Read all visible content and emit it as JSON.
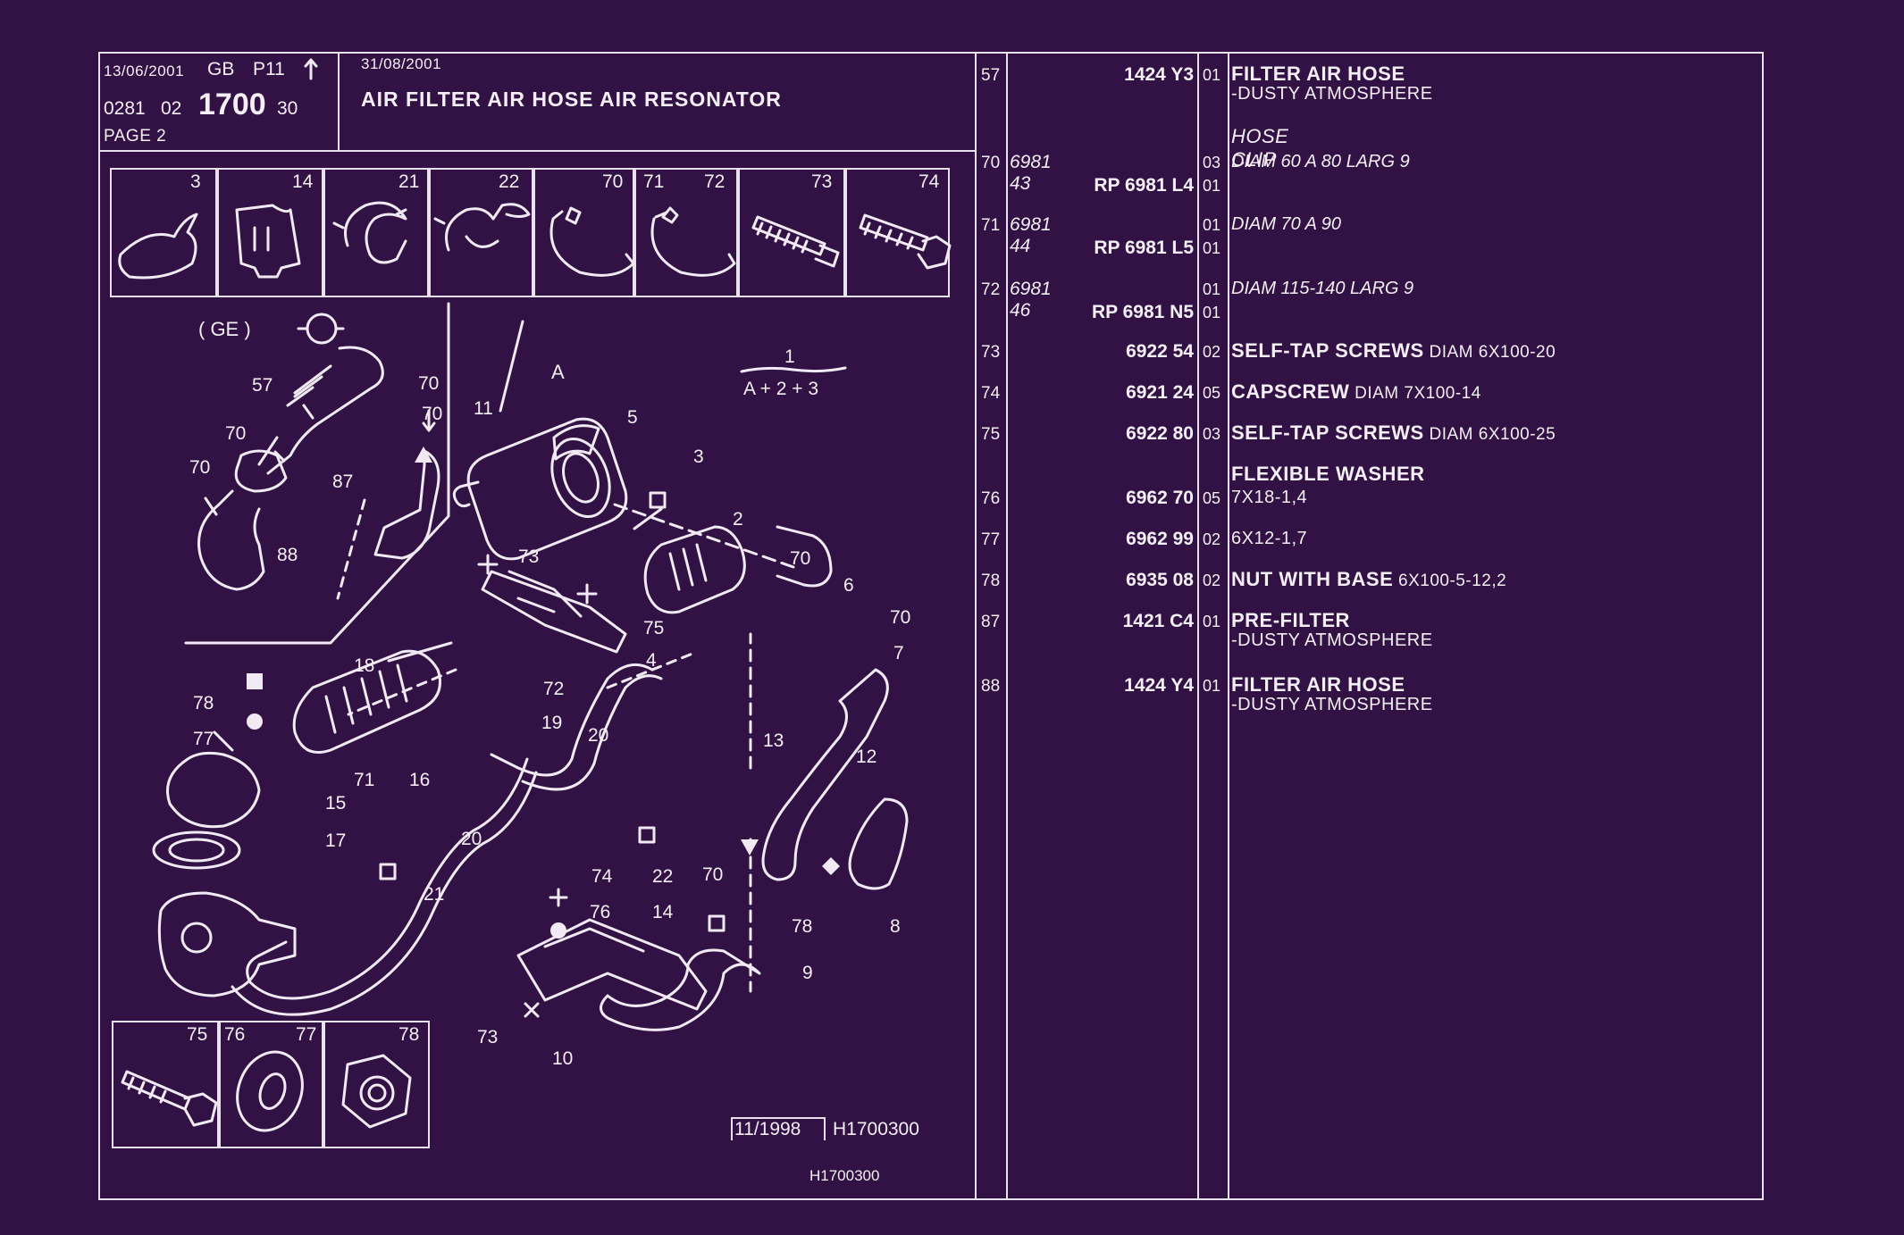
{
  "header": {
    "date_left": "13/06/2001",
    "lang": "GB",
    "model": "P11",
    "code_prefix": "0281",
    "code_group": "02",
    "code_main": "1700",
    "code_suffix": "30",
    "page": "PAGE 2",
    "date_right": "31/08/2001",
    "title": "AIR FILTER AIR HOSE AIR RESONATOR"
  },
  "top_icons": [
    "3",
    "14",
    "21",
    "22",
    "70",
    "71",
    "72",
    "73",
    "74"
  ],
  "bottom_icons": [
    "75",
    "76",
    "77",
    "78"
  ],
  "diagram": {
    "ge_label": "( GE )",
    "formula_top": "1",
    "formula_bottom": "A + 2 + 3",
    "letter_a": "A",
    "callouts": [
      "57",
      "70",
      "70",
      "70",
      "87",
      "88",
      "70",
      "11",
      "5",
      "3",
      "2",
      "73",
      "75",
      "4",
      "70",
      "6",
      "70",
      "7",
      "18",
      "72",
      "78",
      "77",
      "19",
      "20",
      "71",
      "16",
      "15",
      "13",
      "12",
      "17",
      "20",
      "21",
      "74",
      "22",
      "70",
      "76",
      "14",
      "78",
      "8",
      "9",
      "73",
      "10"
    ],
    "stamp_date": "11/1998",
    "stamp_code": "H1700300",
    "footer_code": "H1700300"
  },
  "parts": [
    {
      "ref": "57",
      "part": "",
      "part_bold": "1424 Y3",
      "qty": "01",
      "name": "FILTER AIR HOSE",
      "desc": "-DUSTY ATMOSPHERE"
    },
    {
      "ref": "",
      "part": "",
      "part_bold": "",
      "qty": "",
      "name": "HOSE CLIP",
      "desc": ""
    },
    {
      "ref": "70",
      "part": "6981 43",
      "part_bold": "",
      "qty": "03",
      "name": "",
      "desc": "DIAM 60 A 80 LARG 9"
    },
    {
      "ref": "",
      "part": "",
      "part_bold": "RP 6981 L4",
      "qty": "01",
      "name": "",
      "desc": ""
    },
    {
      "ref": "71",
      "part": "6981 44",
      "part_bold": "",
      "qty": "01",
      "name": "",
      "desc": "DIAM 70 A 90"
    },
    {
      "ref": "",
      "part": "",
      "part_bold": "RP 6981 L5",
      "qty": "01",
      "name": "",
      "desc": ""
    },
    {
      "ref": "72",
      "part": "6981 46",
      "part_bold": "",
      "qty": "01",
      "name": "",
      "desc": "DIAM 115-140 LARG 9"
    },
    {
      "ref": "",
      "part": "",
      "part_bold": "RP 6981 N5",
      "qty": "01",
      "name": "",
      "desc": ""
    },
    {
      "ref": "73",
      "part": "",
      "part_bold": "6922 54",
      "qty": "02",
      "name": "SELF-TAP SCREWS",
      "desc": "DIAM 6X100-20"
    },
    {
      "ref": "74",
      "part": "",
      "part_bold": "6921 24",
      "qty": "05",
      "name": "CAPSCREW",
      "desc": "DIAM 7X100-14"
    },
    {
      "ref": "75",
      "part": "",
      "part_bold": "6922 80",
      "qty": "03",
      "name": "SELF-TAP SCREWS",
      "desc": "DIAM 6X100-25"
    },
    {
      "ref": "",
      "part": "",
      "part_bold": "",
      "qty": "",
      "name": "FLEXIBLE WASHER",
      "desc": ""
    },
    {
      "ref": "76",
      "part": "",
      "part_bold": "6962 70",
      "qty": "05",
      "name": "",
      "desc": "7X18-1,4"
    },
    {
      "ref": "77",
      "part": "",
      "part_bold": "6962 99",
      "qty": "02",
      "name": "",
      "desc": "6X12-1,7"
    },
    {
      "ref": "78",
      "part": "",
      "part_bold": "6935 08",
      "qty": "02",
      "name": "NUT WITH BASE",
      "desc": "6X100-5-12,2"
    },
    {
      "ref": "87",
      "part": "",
      "part_bold": "1421 C4",
      "qty": "01",
      "name": "PRE-FILTER",
      "desc": "-DUSTY ATMOSPHERE"
    },
    {
      "ref": "88",
      "part": "",
      "part_bold": "1424 Y4",
      "qty": "01",
      "name": "FILTER AIR HOSE",
      "desc": "-DUSTY ATMOSPHERE"
    }
  ]
}
